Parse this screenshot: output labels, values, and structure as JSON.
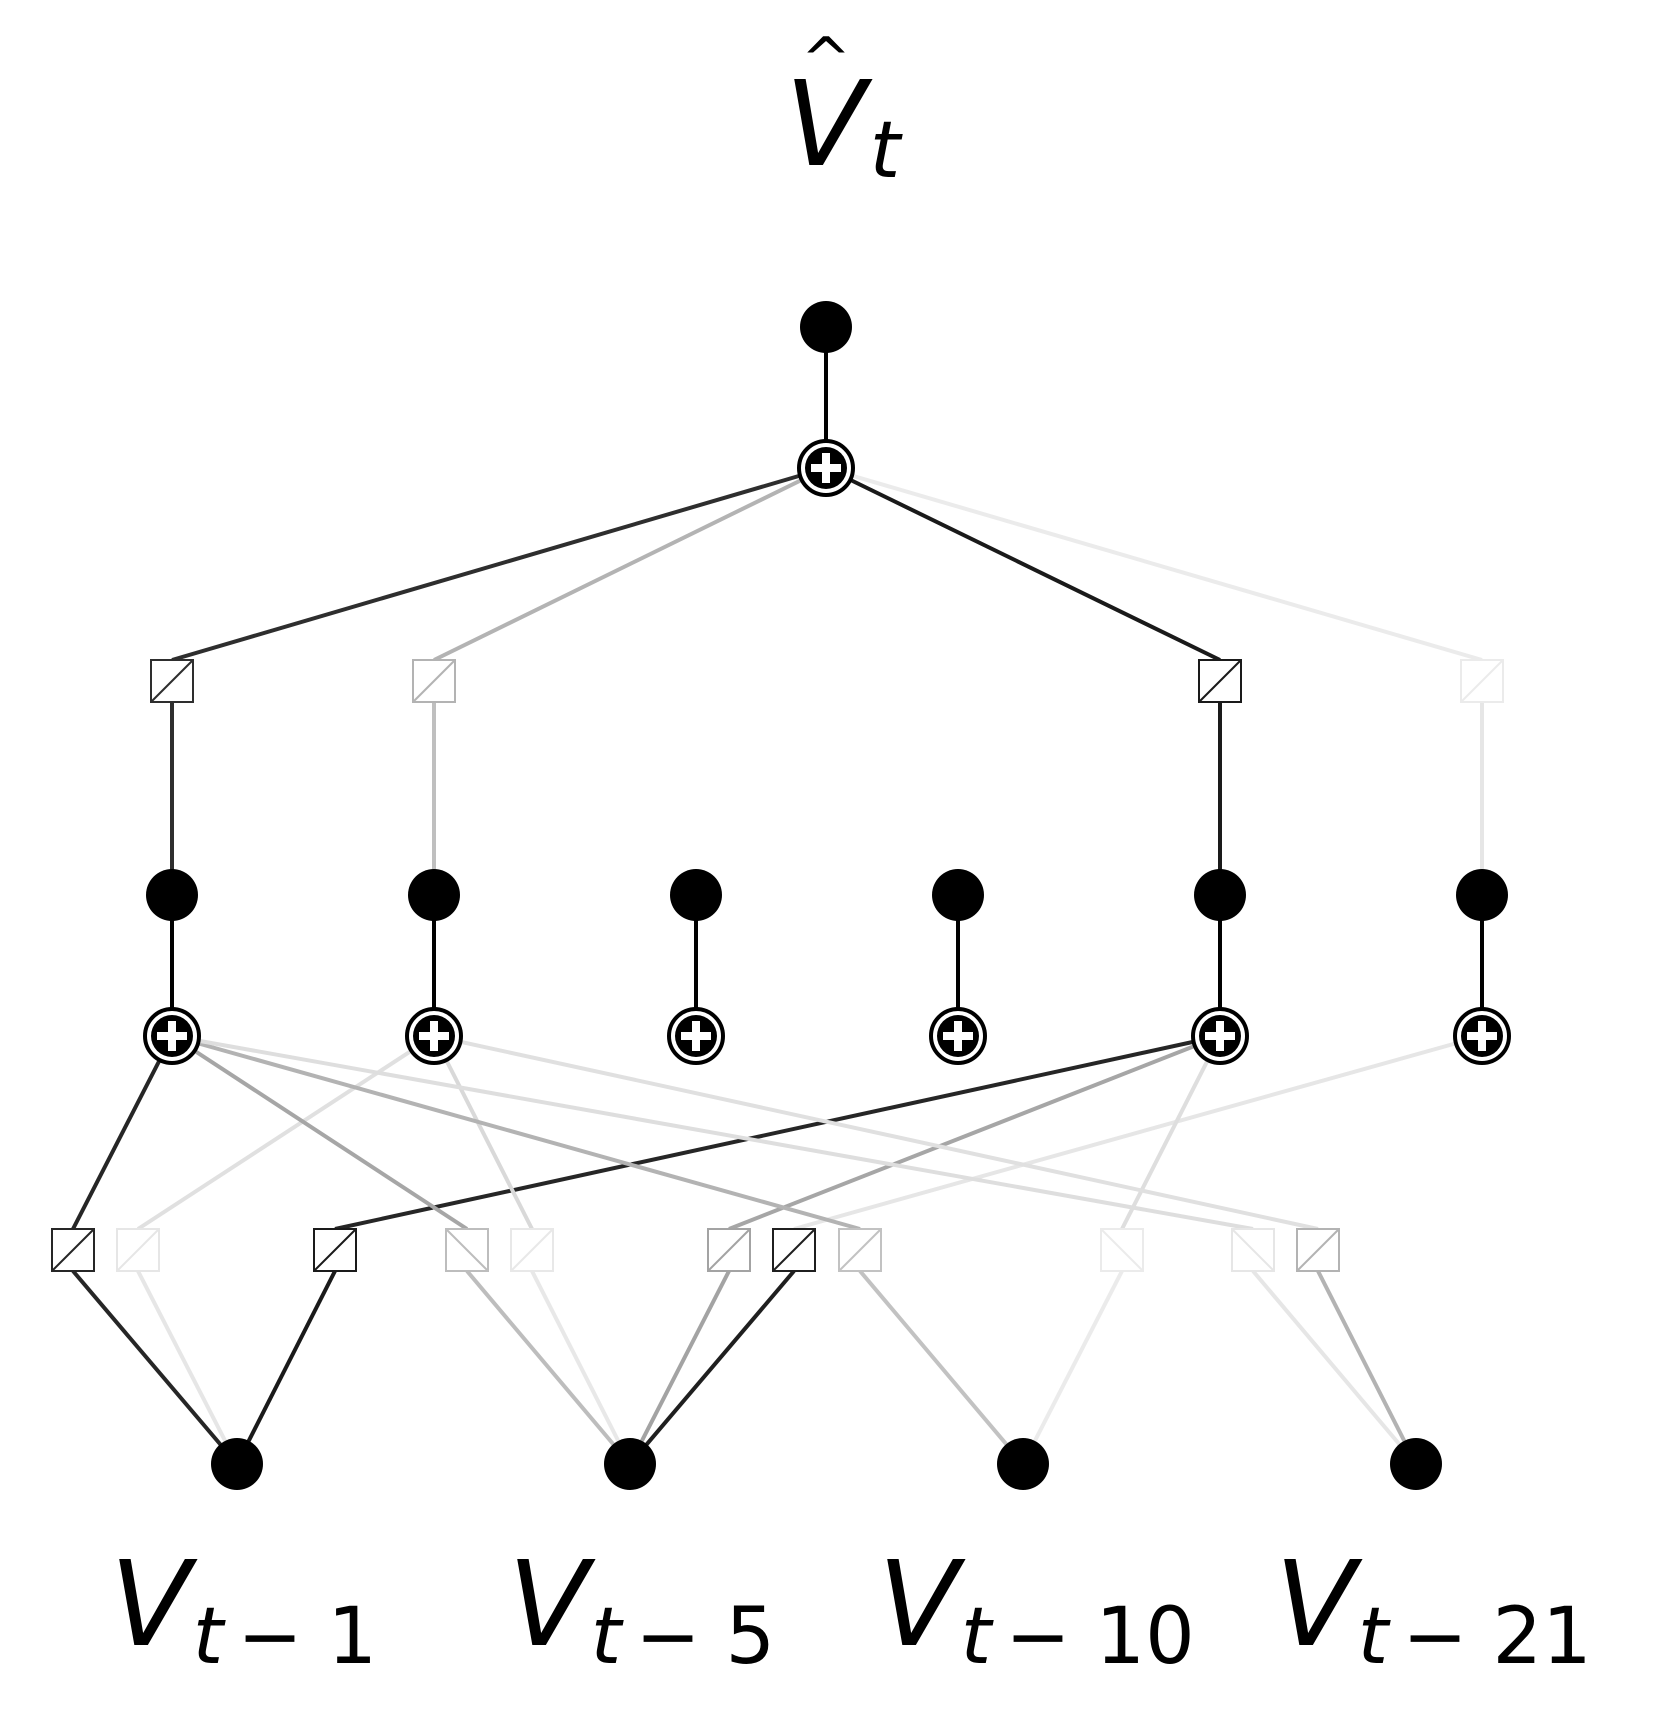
{
  "output_label": {
    "symbol": "V",
    "hat": "^",
    "subscript": "t"
  },
  "input_labels": [
    {
      "symbol": "V",
      "subscript_var": "t",
      "subscript_rest": "− 1"
    },
    {
      "symbol": "V",
      "subscript_var": "t",
      "subscript_rest": "− 5"
    },
    {
      "symbol": "V",
      "subscript_var": "t",
      "subscript_rest": "− 10"
    },
    {
      "symbol": "V",
      "subscript_var": "t",
      "subscript_rest": "− 21"
    }
  ],
  "node_glyphs": {
    "sum": "⊕"
  },
  "edge_shades": {
    "top": [
      "#2e2e2e",
      "#b3b3b3",
      "#1a1a1a",
      "#ebebeb"
    ],
    "hidden_sums": [
      "#2e2e2e",
      "#bfbfbf",
      "#1a1a1a",
      "#e6e6e6"
    ],
    "bottom_up": [
      "#262626",
      "#e0e0e0",
      "#262626",
      "#a6a6a6",
      "#d9d9d9",
      "#a6a6a6",
      "#e6e6e6",
      "#b3b3b3",
      "#dedede",
      "#dedede",
      "#e0e0e0"
    ],
    "bottom_down": [
      "#262626",
      "#e6e6e6",
      "#1a1a1a",
      "#bdbdbd",
      "#e8e8e8",
      "#a3a3a3",
      "#1f1f1f",
      "#c2c2c2",
      "#ebebeb",
      "#e6e6e6",
      "#b3b3b3"
    ]
  },
  "colors": {
    "node": "#000000",
    "background": "#ffffff"
  }
}
